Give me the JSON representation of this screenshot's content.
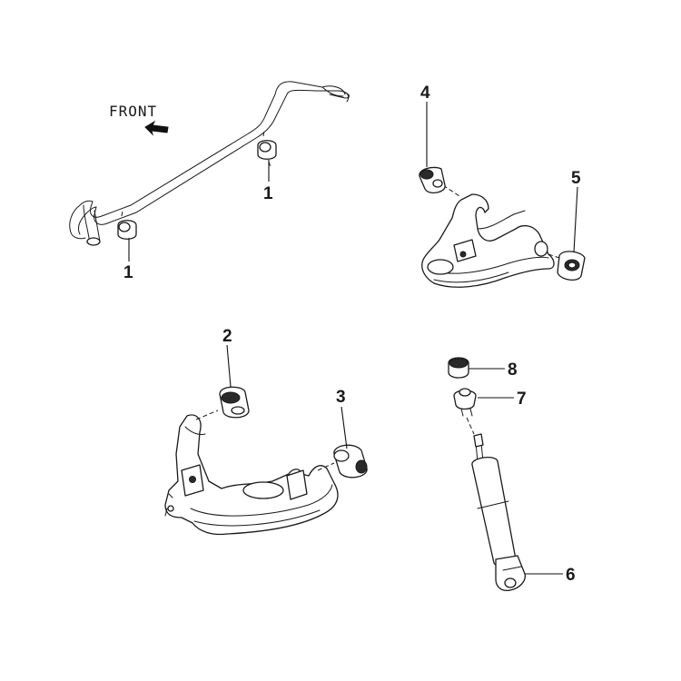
{
  "front_label": "FRONT",
  "callouts": {
    "c1a": "1",
    "c1b": "1",
    "c2": "2",
    "c3": "3",
    "c4": "4",
    "c5": "5",
    "c6": "6",
    "c7": "7",
    "c8": "8"
  }
}
